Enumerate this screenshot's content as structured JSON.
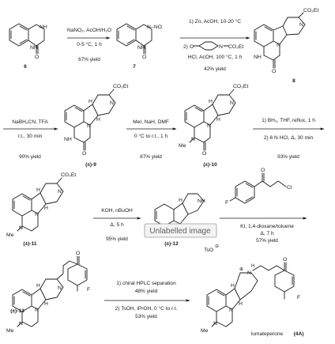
{
  "compounds": {
    "c6": "6",
    "c7": "7",
    "c8": "8",
    "c9": "(±)-9",
    "c10": "(±)-10",
    "c11": "(±)-11",
    "c12": "(±)-12",
    "c13": "(±)-13",
    "c4A_name": "lumateperone",
    "c4A_id": "(4A)"
  },
  "steps": {
    "s1": {
      "line1": "NaNO₂, AcOH/H₂O",
      "line2": "0-5 °C, 1 h",
      "yield": "67% yield"
    },
    "s2": {
      "line1": "1) Zn, AcOH, 10-20 °C",
      "line2": "2)",
      "line3": "HCl, AcOH, 100 °C, 1 h",
      "yield": "42% yield"
    },
    "s3": {
      "line1": "NaBH₃CN, TFA",
      "line2": "r.t., 30 min",
      "yield": "90% yield"
    },
    "s4": {
      "line1": "MeI, NaH, DMF",
      "line2": "0 °C to r.t., 1 h",
      "yield": "87% yield"
    },
    "s5": {
      "line1": "1) BH₃, THF, reflux, 1 h",
      "line2": "2) 6 N HCl, Δ, 30 min",
      "yield": "93% yield"
    },
    "s6": {
      "line1": "KOH, nBuOH",
      "line2": "Δ, 5 h",
      "yield": "95% yield"
    },
    "s7": {
      "line1": "KI, 1,4-dioxane/toluene",
      "line2": "Δ, 7 h",
      "yield": "57% yield"
    },
    "s8": {
      "line1": "1) chiral HPLC separation",
      "line2": "48% yield",
      "line3": "2) TsOH, iPrOH, 0 °C to r.t.",
      "yield": "53% yield"
    }
  },
  "atoms": {
    "NH": "NH",
    "N": "N",
    "NO": "N–NO",
    "O": "O",
    "CO2Et": "CO₂Et",
    "F": "F",
    "Cl": "Cl",
    "Me": "Me",
    "TsO": "TsO",
    "H": "H",
    "minus": "⊖",
    "plus": "⊕"
  },
  "tooltip": {
    "text": "Unlabelled image"
  }
}
